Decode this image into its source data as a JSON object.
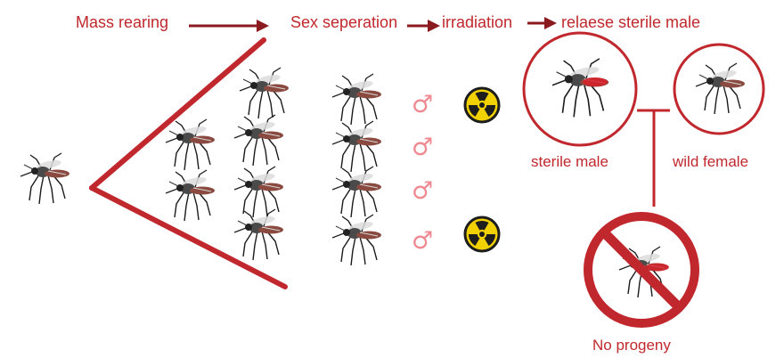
{
  "steps": {
    "mass_rearing": "Mass rearing",
    "sex_separation": "Sex seperation",
    "irradiation": "irradiation",
    "release": "relaese sterile male"
  },
  "labels": {
    "sterile_male": "sterile male",
    "wild_female": "wild female",
    "no_progeny": "No progeny"
  },
  "symbols": {
    "male": "♂"
  },
  "icons": [
    "mosquito-icon",
    "radiation-icon",
    "prohibition-icon",
    "male-symbol-icon"
  ],
  "colors": {
    "accent_red": "#c0282d",
    "dark_red_arrow": "#8b1a1f",
    "male_symbol_pink": "#f08a92",
    "radiation_yellow": "#f2d100"
  }
}
